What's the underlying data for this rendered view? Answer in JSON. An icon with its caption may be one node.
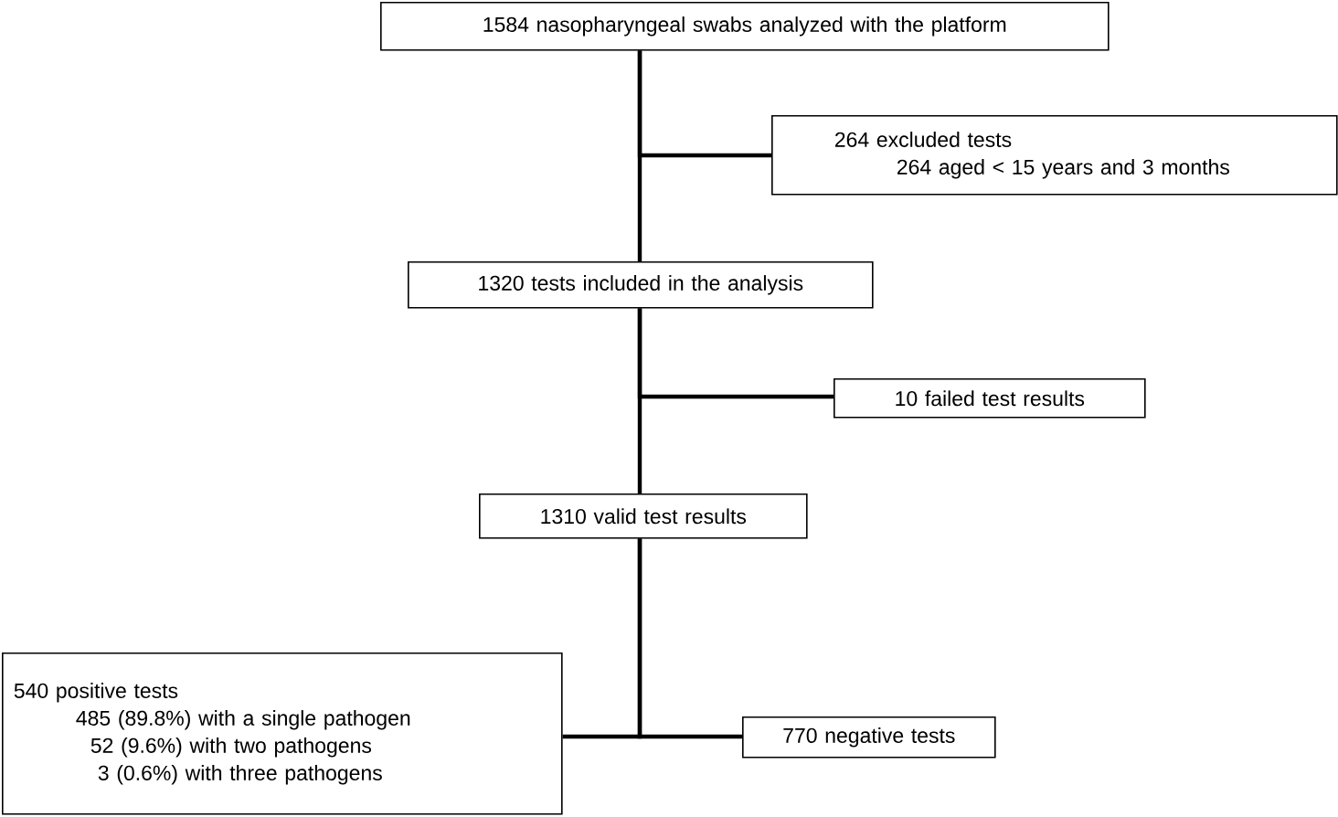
{
  "diagram": {
    "nodes": [
      {
        "text": [
          "1584 nasopharyngeal swabs analyzed with the platform"
        ]
      },
      {
        "text": [
          "264 excluded tests",
          "264 aged < 15 years and 3 months"
        ]
      },
      {
        "text": [
          "1320 tests included in the analysis"
        ]
      },
      {
        "text": [
          "10 failed test results"
        ]
      },
      {
        "text": [
          "1310 valid test results"
        ]
      },
      {
        "text": [
          "540 positive tests",
          "485 (89.8%) with a single pathogen",
          "52 (9.6%) with two pathogens",
          "3 (0.6%) with three pathogens"
        ]
      },
      {
        "text": [
          "770 negative tests"
        ]
      }
    ],
    "edges": [
      {
        "from": 0,
        "to": 2,
        "arrow": "none"
      },
      {
        "from": 0,
        "to": 1,
        "arrow": "none"
      },
      {
        "from": 2,
        "to": 4,
        "arrow": "none"
      },
      {
        "from": 2,
        "to": 3,
        "arrow": "none"
      },
      {
        "from": 4,
        "to": 5,
        "arrow": "none"
      },
      {
        "from": 4,
        "to": 6,
        "arrow": "none"
      }
    ]
  }
}
